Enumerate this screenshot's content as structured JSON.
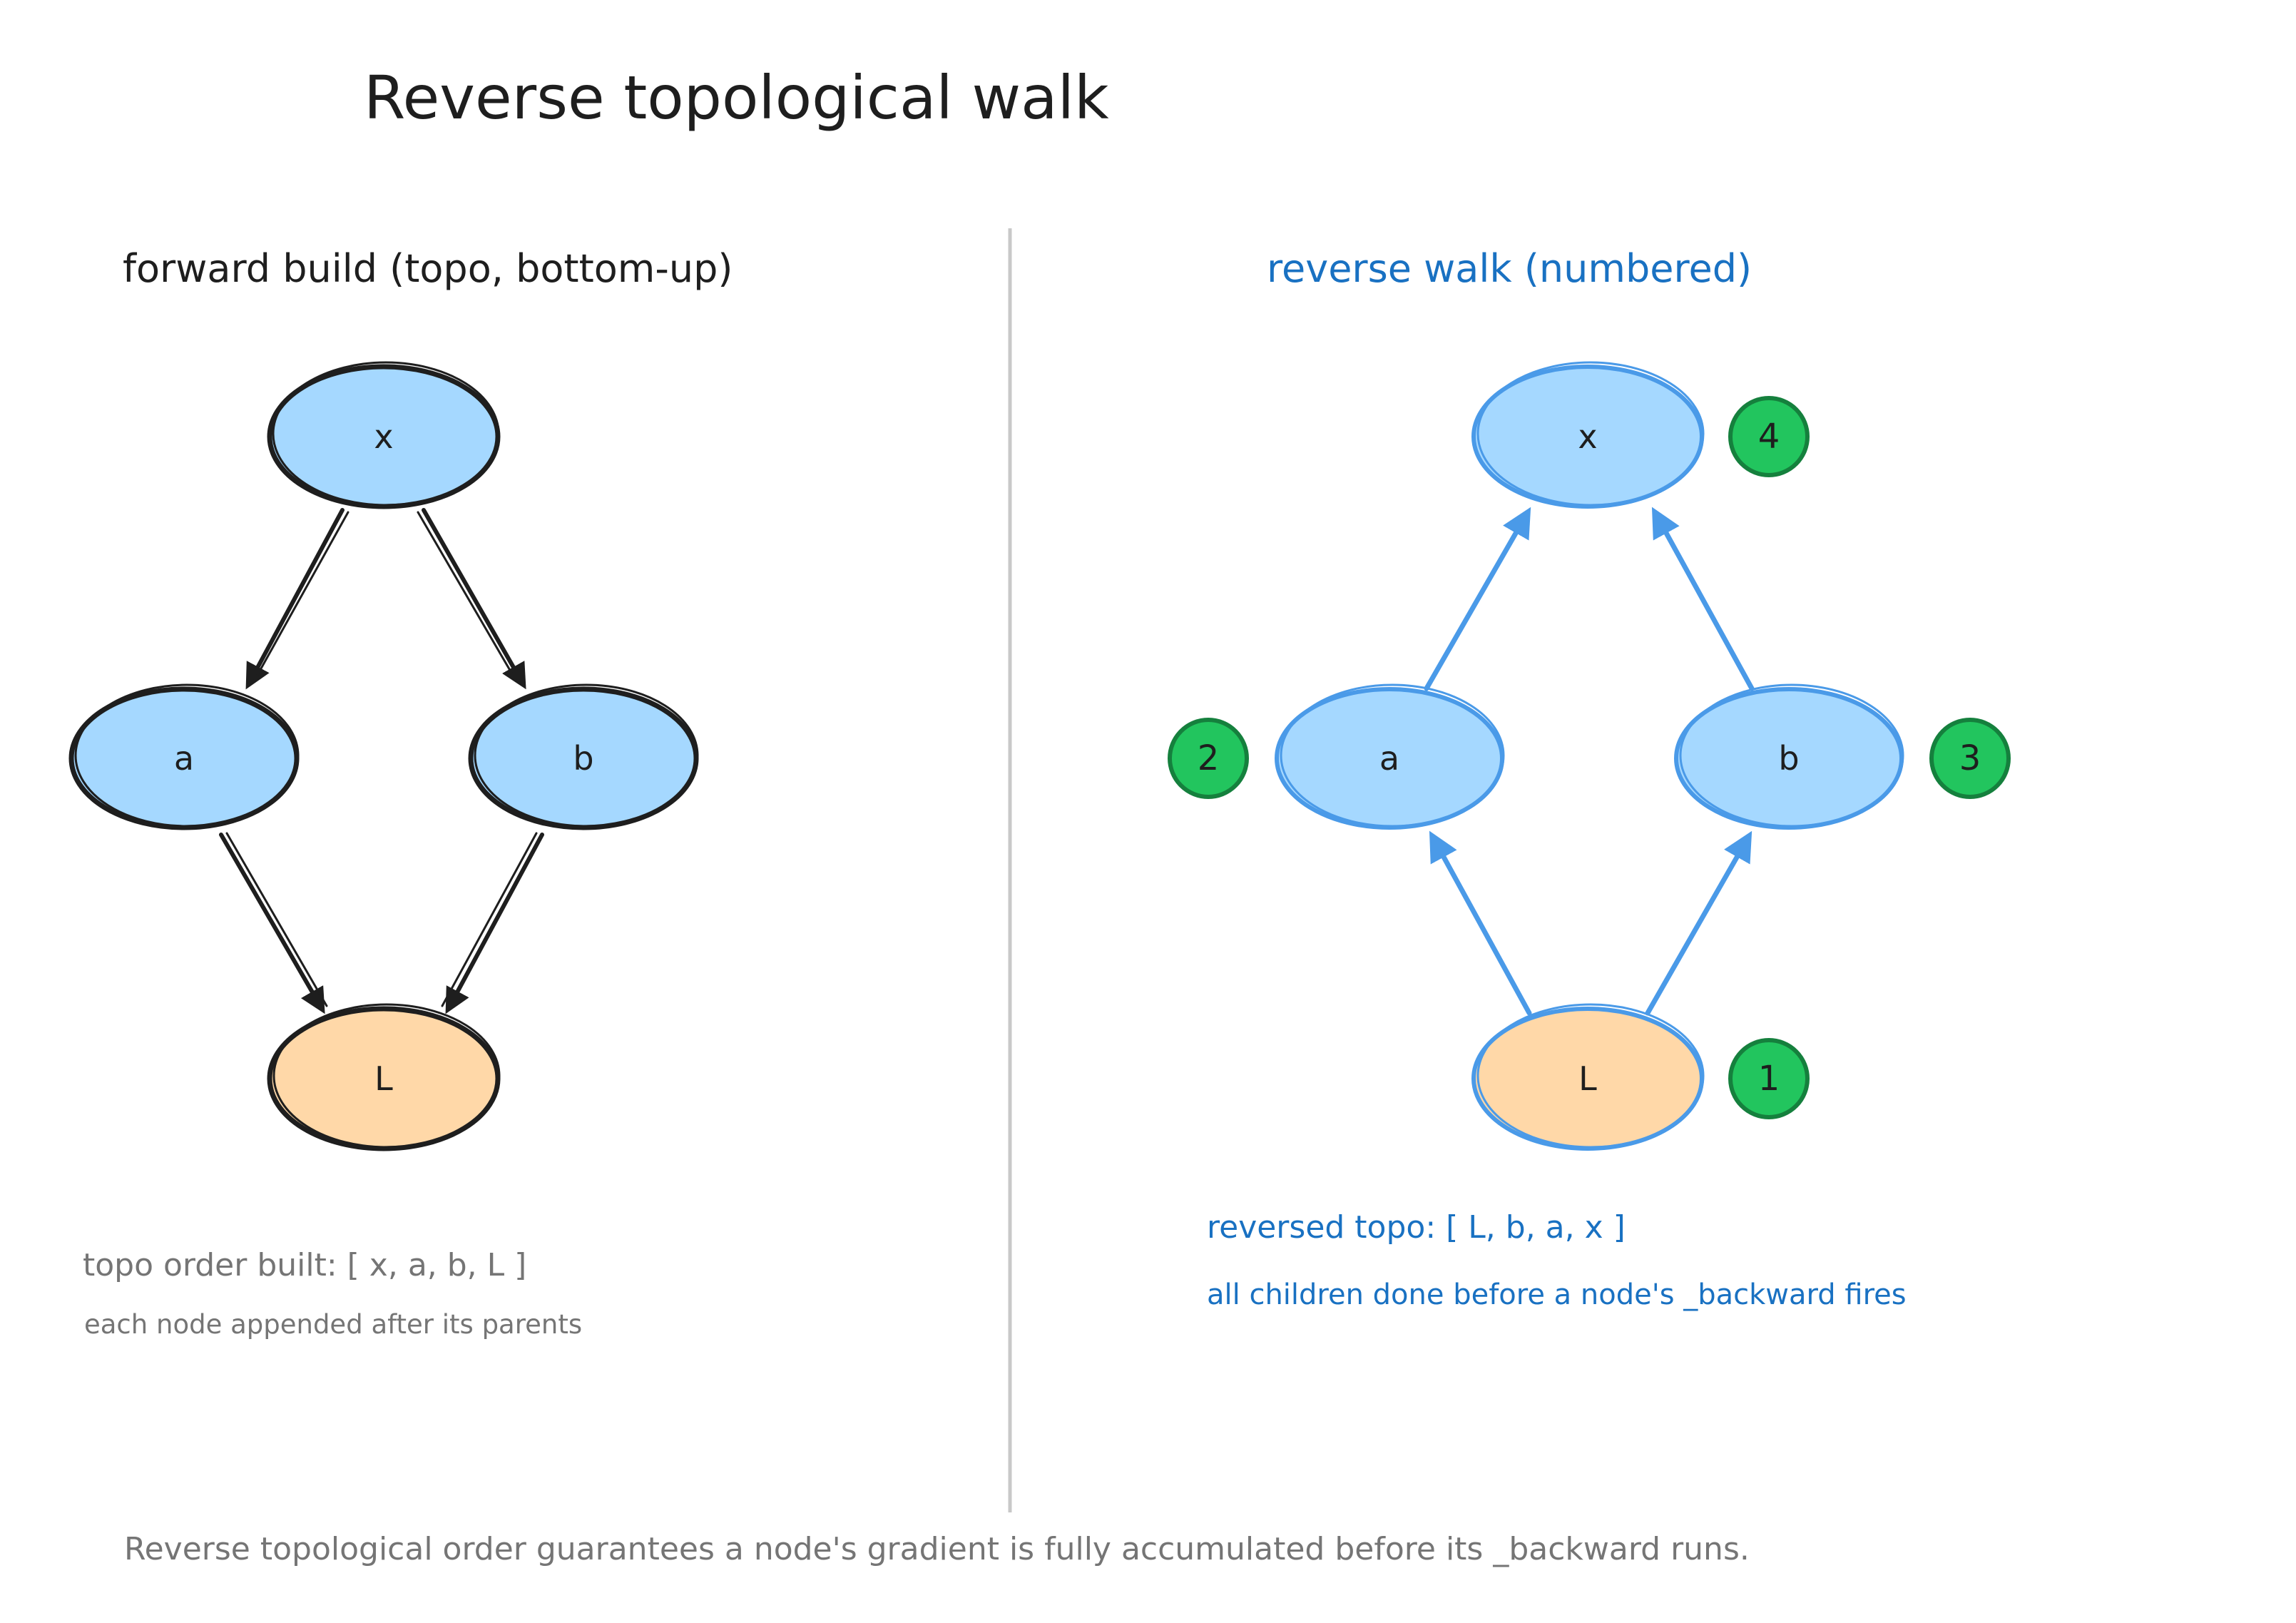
{
  "title": "Reverse topological walk",
  "left_panel": {
    "heading": "forward build (topo, bottom-up)",
    "nodes": {
      "x": "x",
      "a": "a",
      "b": "b",
      "L": "L"
    },
    "order_text": "topo order built: [ x, a, b, L ]",
    "order_note": "each node appended after its parents"
  },
  "right_panel": {
    "heading": "reverse walk (numbered)",
    "nodes": {
      "x": "x",
      "a": "a",
      "b": "b",
      "L": "L"
    },
    "badges": {
      "x": "4",
      "a": "2",
      "b": "3",
      "L": "1"
    },
    "order_text": "reversed topo: [ L, b, a, x ]",
    "order_note": "all children done before a node's _backward fires"
  },
  "footer": "Reverse topological order guarantees a node's gradient is fully accumulated before its _backward runs.",
  "colors": {
    "node_fill": "#a5d8ff",
    "loss_fill": "#ffd8a8",
    "ink": "#1e1e1e",
    "arrow_blue": "#4a9ae8",
    "heading_blue": "#1971c2",
    "badge_green": "#22c55e",
    "badge_stroke": "#15803d",
    "divider": "#c8c8c8",
    "muted": "#757575"
  }
}
